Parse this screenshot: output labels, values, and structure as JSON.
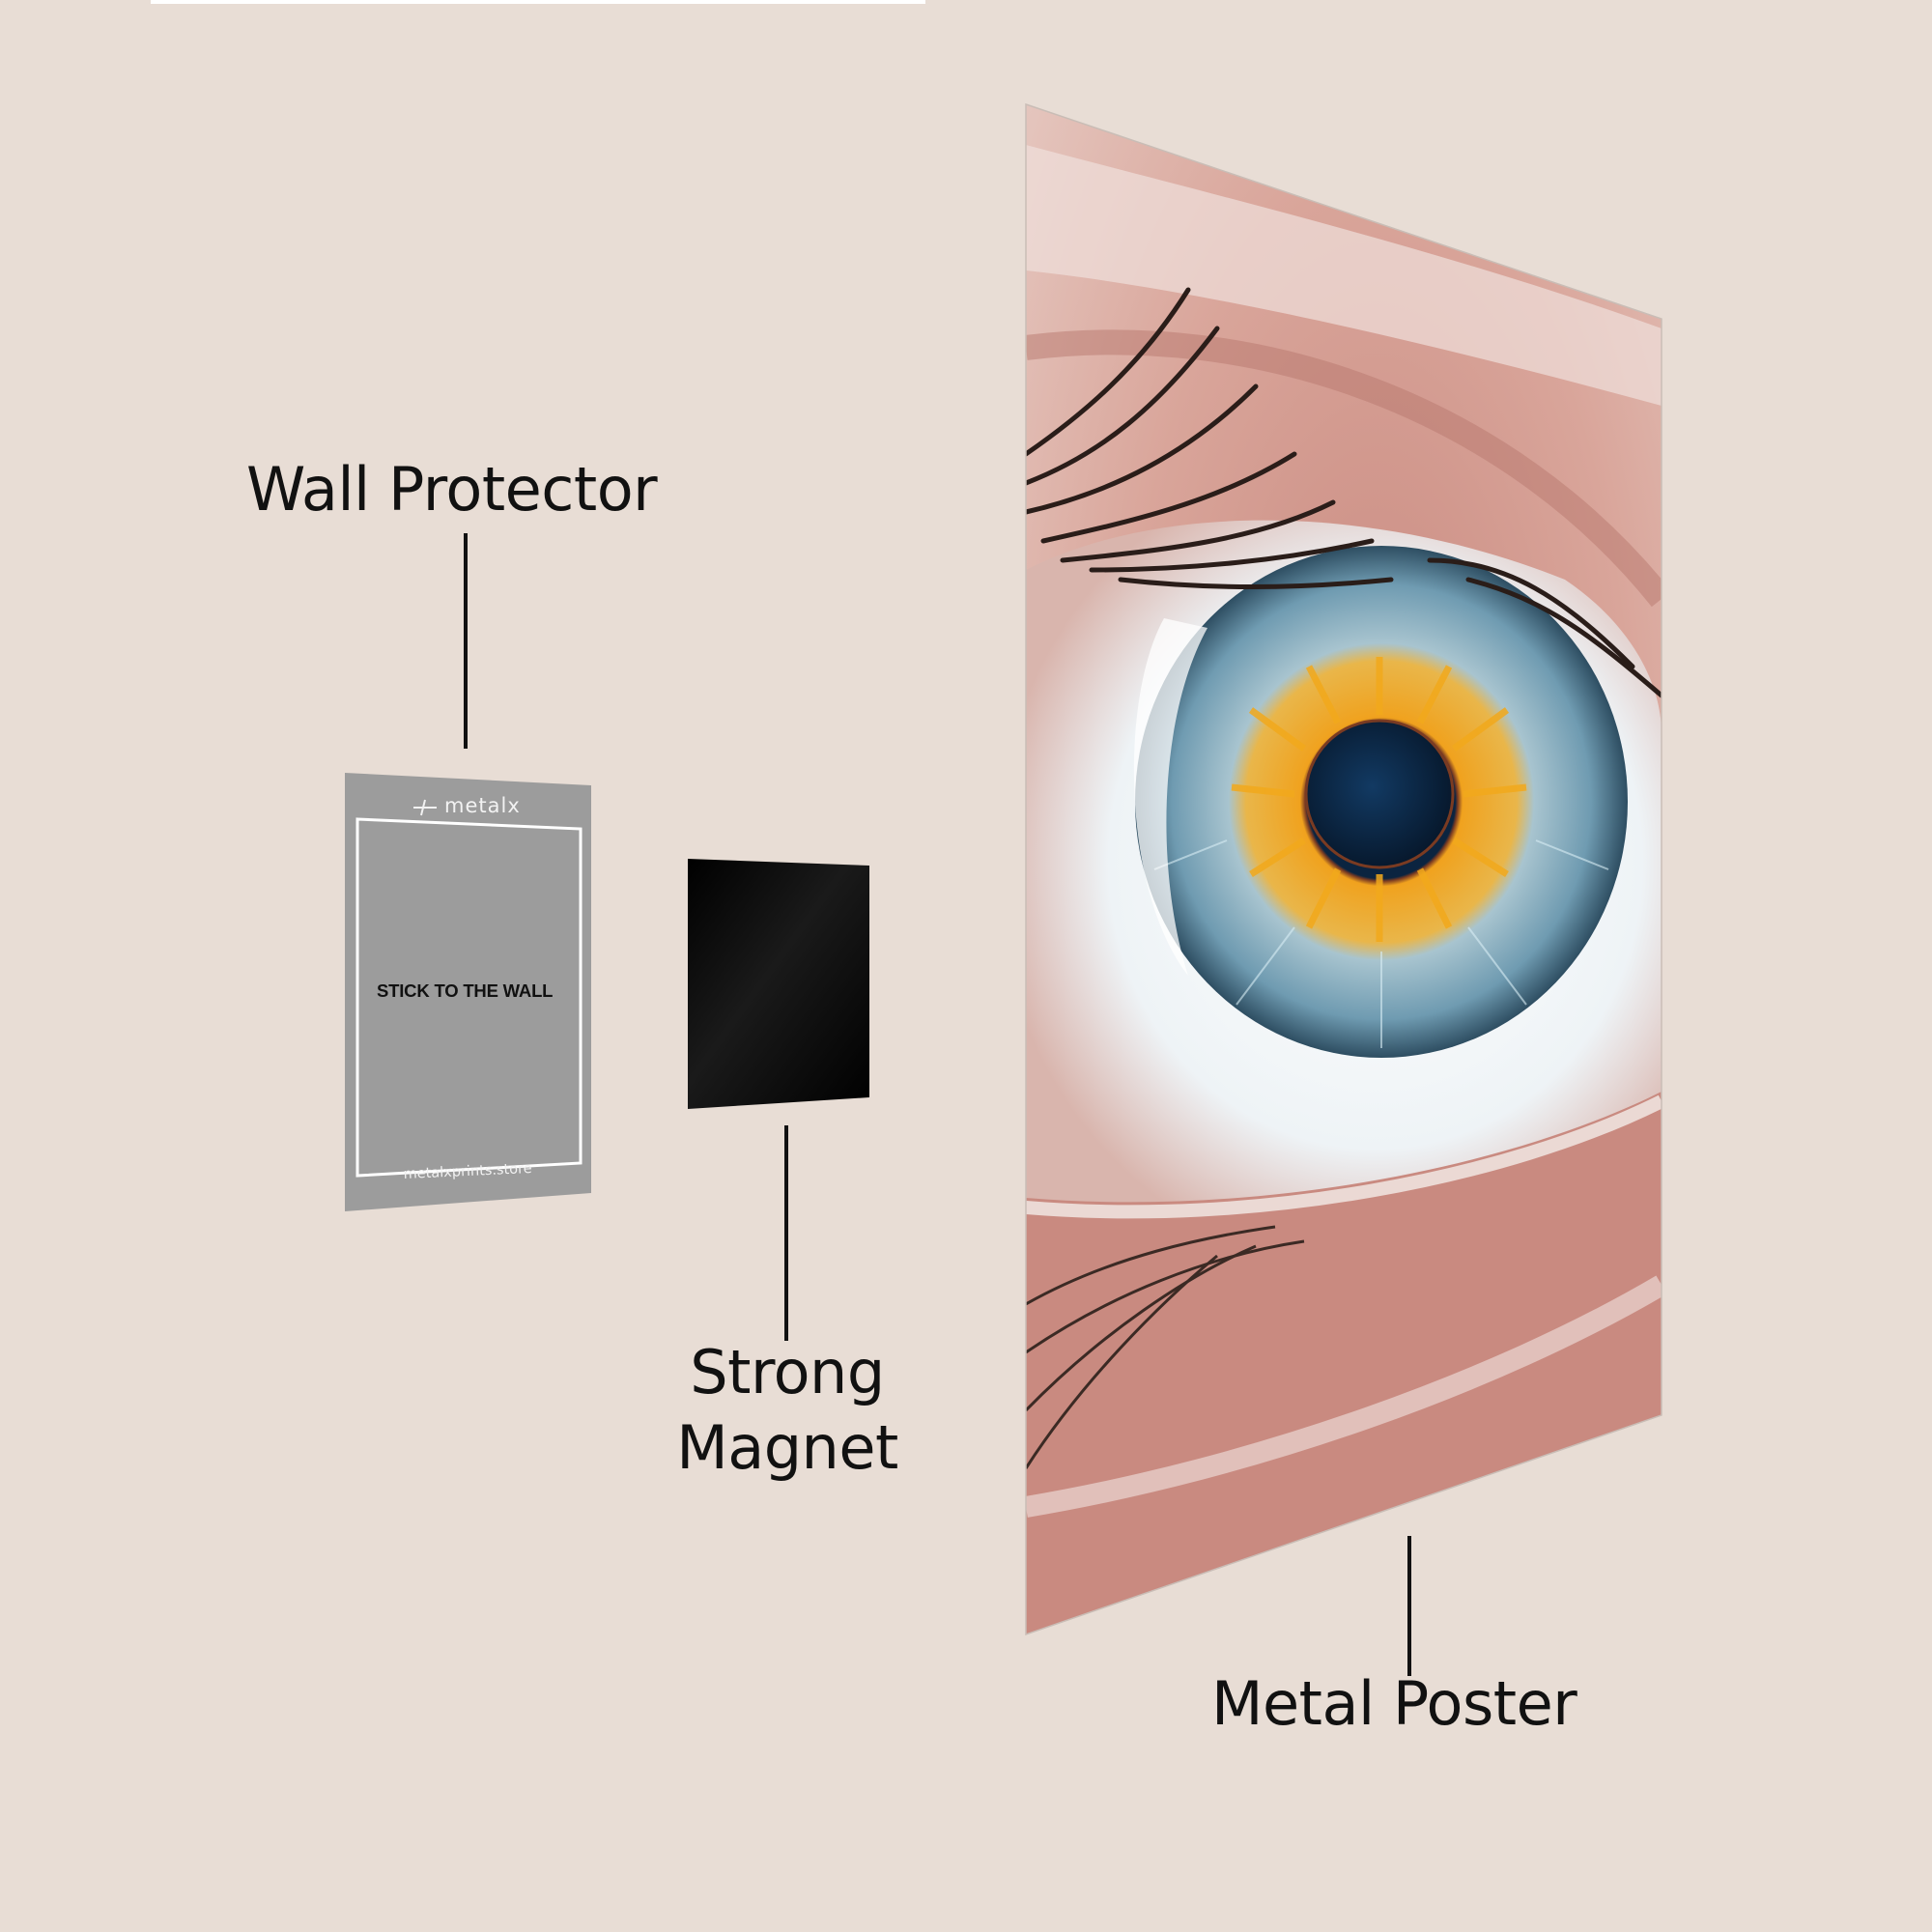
{
  "colors": {
    "background": "#e8ddd5",
    "label_text": "#111111",
    "protector_fill": "#9c9c9c",
    "protector_frame": "#ffffff",
    "magnet_fill": "#050505",
    "iris_blue": "#5f8ea6",
    "iris_gold": "#f0a21e",
    "pupil": "#0b2440"
  },
  "labels": {
    "wall_protector": "Wall Protector",
    "strong_magnet_line1": "Strong",
    "strong_magnet_line2": "Magnet",
    "metal_poster": "Metal Poster"
  },
  "wall_protector_card": {
    "brand": "metalx",
    "center_text": "STICK TO THE WALL",
    "url": "metalxprints.store"
  },
  "poster": {
    "subject": "close-up of human eye with blue iris and gold pupil ring"
  }
}
